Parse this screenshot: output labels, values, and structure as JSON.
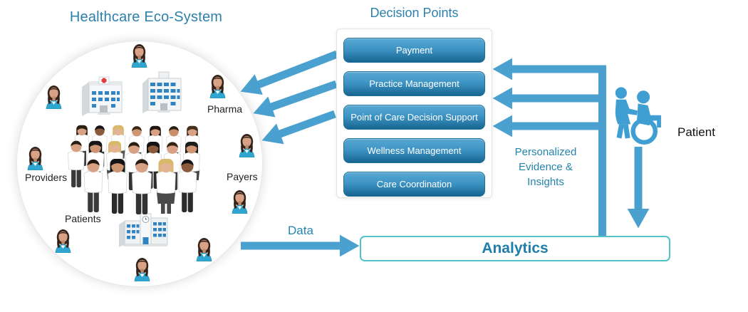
{
  "ecosystem": {
    "title": "Healthcare Eco-System",
    "labels": {
      "pharma": "Pharma",
      "providers": "Providers",
      "patients": "Patients",
      "payers": "Payers"
    }
  },
  "decision_points": {
    "title": "Decision Points",
    "buttons": [
      "Payment",
      "Practice Management",
      "Point of Care Decision Support",
      "Wellness Management",
      "Care Coordination"
    ]
  },
  "flows": {
    "data_label": "Data",
    "personalized_lines": [
      "Personalized",
      "Evidence &",
      "Insights"
    ]
  },
  "analytics": {
    "label": "Analytics"
  },
  "patient": {
    "label": "Patient"
  },
  "icons": {
    "patient_icon": "person-pushing-wheelchair",
    "ecosystem_icons": [
      "hospital-building",
      "office-building",
      "clinic-building",
      "crowd-of-people",
      "person-avatar"
    ]
  },
  "colors": {
    "heading_blue": "#2C81AB",
    "arrow_blue": "#4AA1CF",
    "button_gradient_top": "#58A8D1",
    "button_gradient_bottom": "#176690",
    "analytics_border_teal": "#4FC3C8",
    "analytics_text_blue": "#1F7EA9",
    "avatar_shirt_teal": "#2FA6CF",
    "patient_icon_blue": "#3F9ED2"
  }
}
